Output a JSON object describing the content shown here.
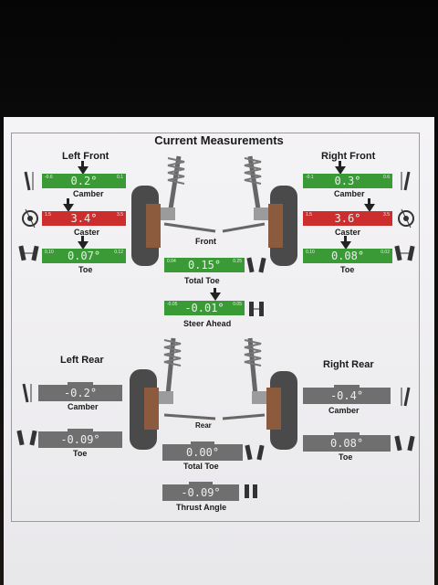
{
  "page_title": "Current Measurements",
  "front": {
    "axle_label": "Front",
    "left_title": "Left Front",
    "right_title": "Right Front",
    "left": {
      "camber": {
        "value": "0.2°",
        "min": "-0.6",
        "max": "0.1",
        "label": "Camber",
        "status": "green"
      },
      "caster": {
        "value": "3.4°",
        "min": "1.5",
        "max": "3.5",
        "label": "Caster",
        "status": "red"
      },
      "toe": {
        "value": "0.07°",
        "min": "0.10",
        "max": "0.12",
        "label": "Toe",
        "status": "green"
      }
    },
    "right": {
      "camber": {
        "value": "0.3°",
        "min": "-0.1",
        "max": "0.6",
        "label": "Camber",
        "status": "green"
      },
      "caster": {
        "value": "3.6°",
        "min": "1.5",
        "max": "3.5",
        "label": "Caster",
        "status": "red"
      },
      "toe": {
        "value": "0.08°",
        "min": "0.10",
        "max": "0.02",
        "label": "Toe",
        "status": "green"
      }
    },
    "total_toe": {
      "value": "0.15°",
      "min": "0.04",
      "max": "0.25",
      "label": "Total Toe",
      "status": "green"
    },
    "steer_ahead": {
      "value": "-0.01°",
      "min": "-0.05",
      "max": "0.05",
      "label": "Steer Ahead",
      "status": "green"
    }
  },
  "rear": {
    "axle_label": "Rear",
    "left_title": "Left Rear",
    "right_title": "Right Rear",
    "left": {
      "camber": {
        "value": "-0.2°",
        "label": "Camber",
        "status": "grey"
      },
      "toe": {
        "value": "-0.09°",
        "label": "Toe",
        "status": "grey"
      }
    },
    "right": {
      "camber": {
        "value": "-0.4°",
        "label": "Camber",
        "status": "grey"
      },
      "toe": {
        "value": "0.08°",
        "label": "Toe",
        "status": "grey"
      }
    },
    "total_toe": {
      "value": "0.00°",
      "label": "Total Toe",
      "status": "grey"
    },
    "thrust_angle": {
      "value": "-0.09°",
      "label": "Thrust Angle",
      "status": "grey"
    }
  },
  "colors": {
    "in_spec": "#3a9a36",
    "out_of_spec": "#cc2e2e",
    "no_spec": "#6f6f6f"
  }
}
